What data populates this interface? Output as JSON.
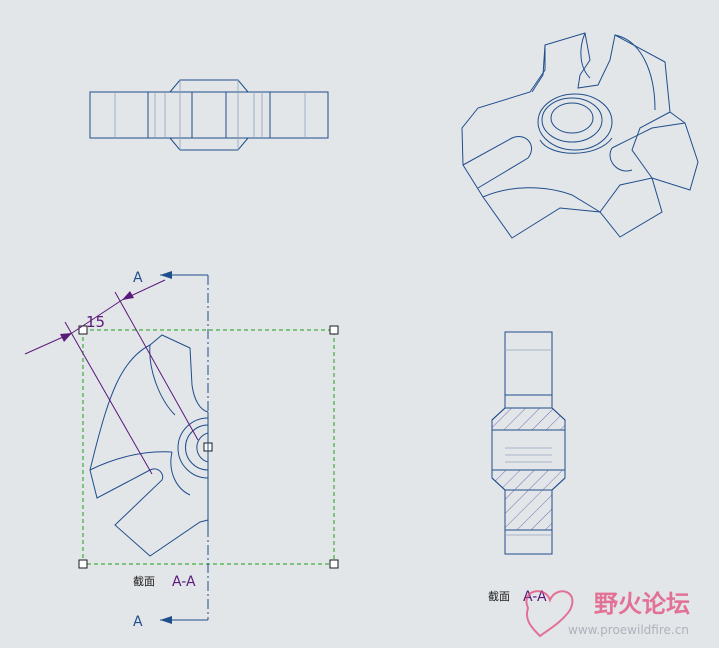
{
  "labels": {
    "arrow_top": "A",
    "arrow_bottom": "A",
    "dimension": "15",
    "section_title_left_prefix": "截面",
    "section_title_left_id": "A-A",
    "section_title_right_prefix": "截面",
    "section_title_right_id": "A-A"
  },
  "watermark": {
    "name": "野火论坛",
    "url": "www.proewildfire.cn"
  },
  "colors": {
    "background": "#e3e6e9",
    "geometry": "#1f4e8c",
    "annotation": "#5a1a7a",
    "bounding_box": "#18a018",
    "watermark": "#e24a7a"
  }
}
